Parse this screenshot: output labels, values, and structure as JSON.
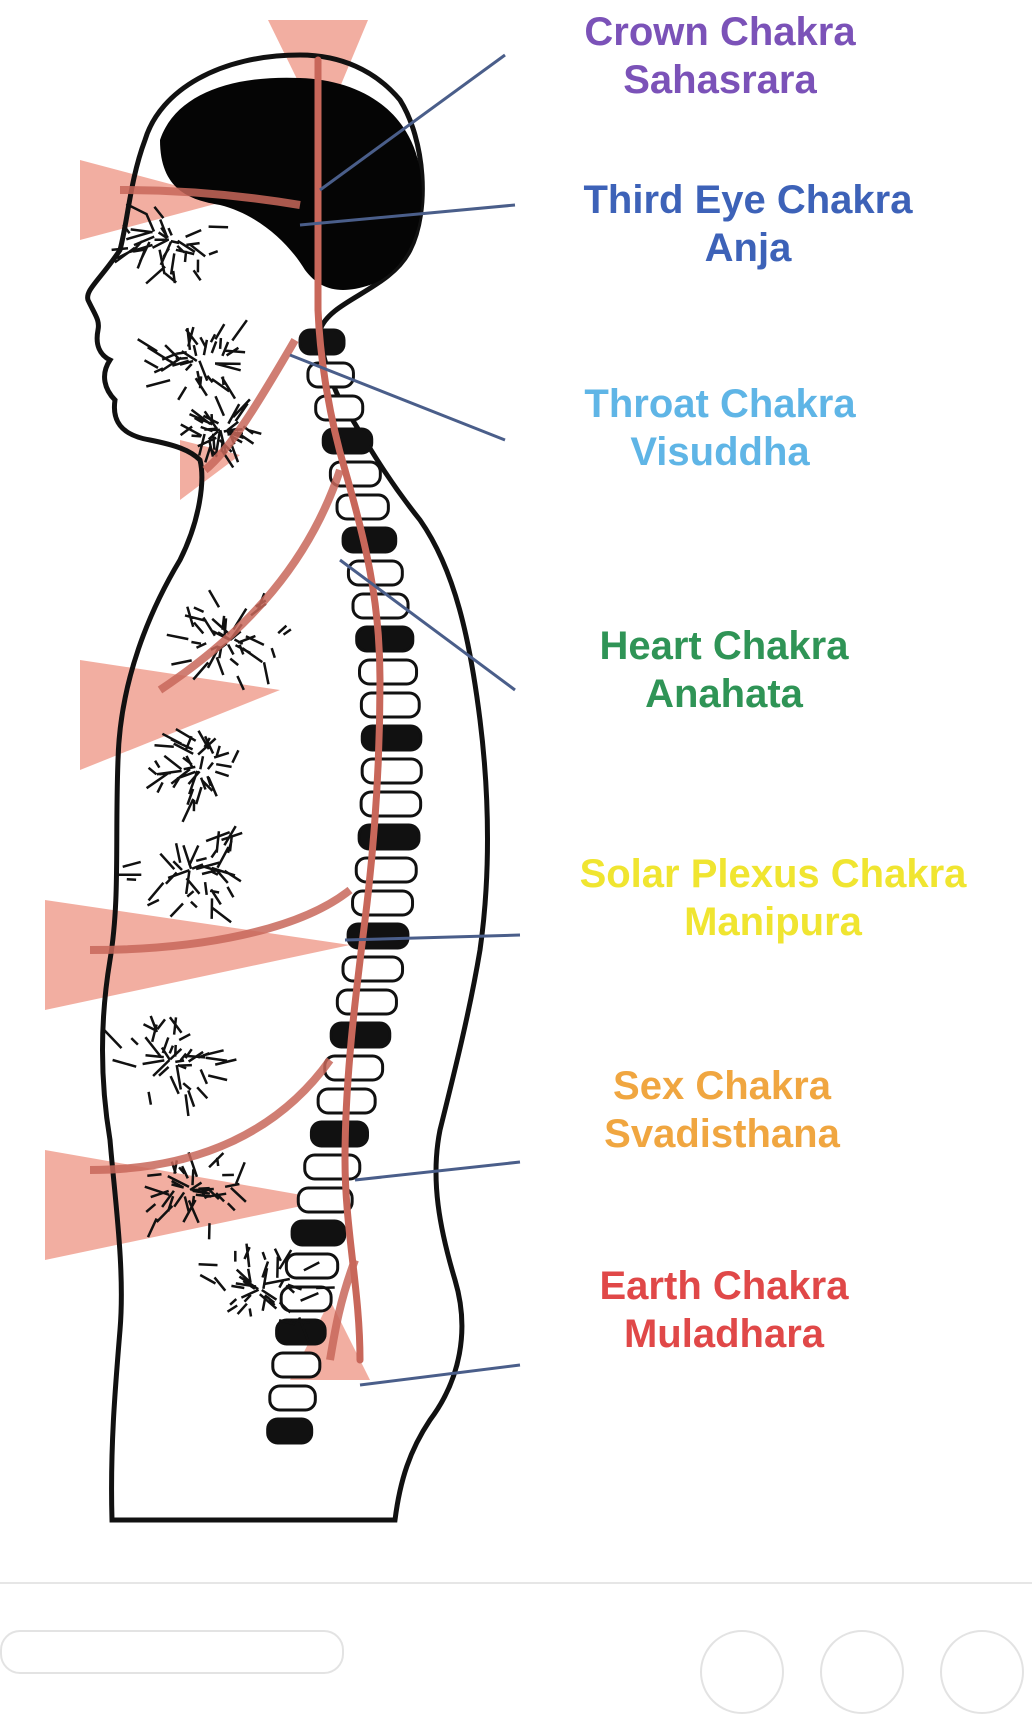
{
  "labels": [
    {
      "name": "Crown Chakra",
      "sanskrit": "Sahasrara",
      "color": "#7b52b8"
    },
    {
      "name": "Third Eye Chakra",
      "sanskrit": "Anja",
      "color": "#3d62b8"
    },
    {
      "name": "Throat Chakra",
      "sanskrit": "Visuddha",
      "color": "#5fb5e6"
    },
    {
      "name": "Heart Chakra",
      "sanskrit": "Anahata",
      "color": "#2f9456"
    },
    {
      "name": "Solar Plexus Chakra",
      "sanskrit": "Manipura",
      "color": "#f0e530"
    },
    {
      "name": "Sex Chakra",
      "sanskrit": "Svadisthana",
      "color": "#f0a640"
    },
    {
      "name": "Earth Chakra",
      "sanskrit": "Muladhara",
      "color": "#e04848"
    }
  ],
  "colors": {
    "energy": "#f0a090",
    "channel": "#c8675a",
    "outline": "#111111",
    "pointer": "#4a5e8a"
  }
}
